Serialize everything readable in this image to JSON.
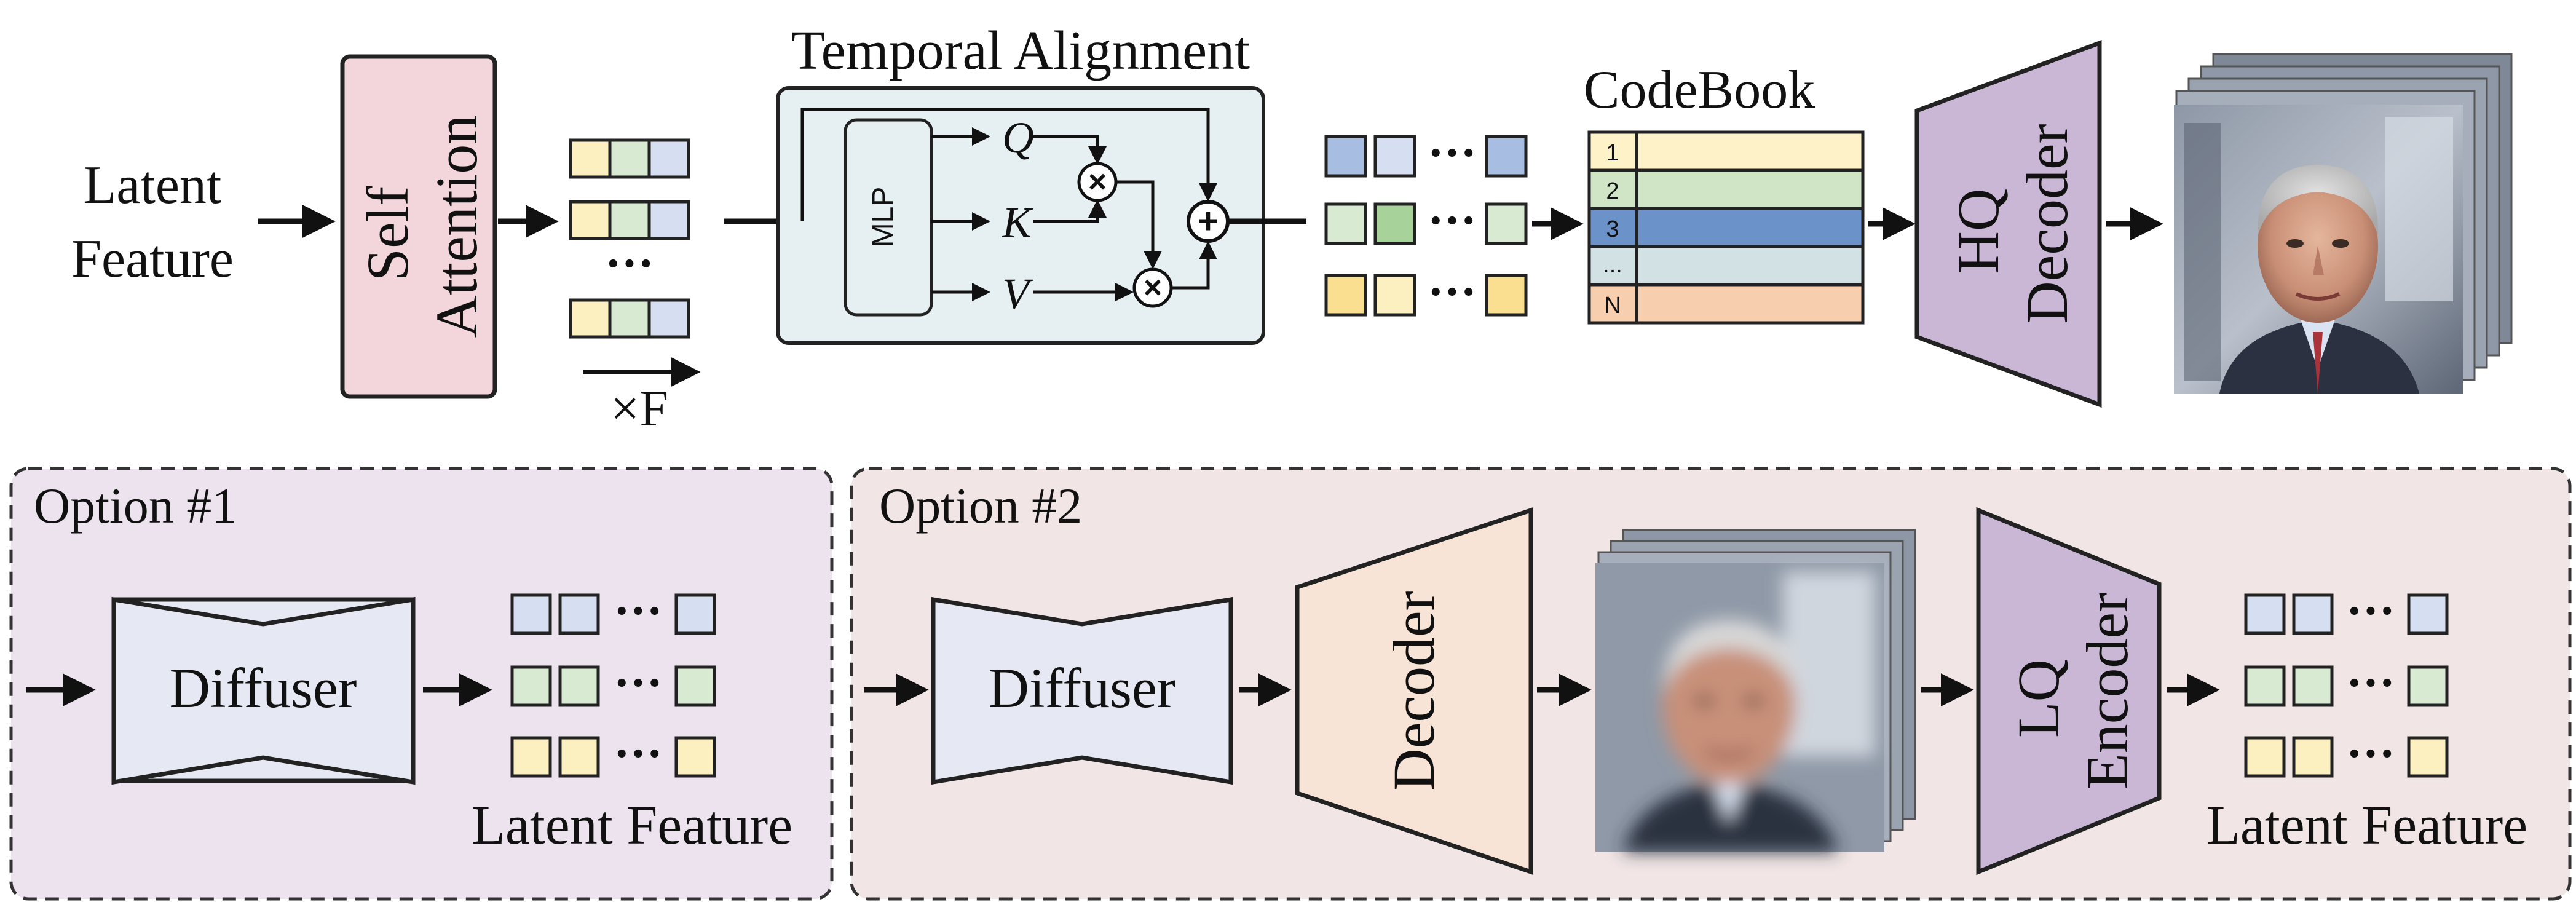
{
  "top": {
    "input_label": [
      "Latent",
      "Feature"
    ],
    "self_attention_label": [
      "Self",
      "Attention"
    ],
    "repeat_label": "×F",
    "temporal_alignment_title": "Temporal Alignment",
    "mlp_label": "MLP",
    "q_label": "Q",
    "k_label": "K",
    "v_label": "V",
    "multiply_symbol": "⊗",
    "add_symbol": "⊕",
    "codebook_title": "CodeBook",
    "codebook_indices": [
      "1",
      "2",
      "3",
      "...",
      "N"
    ],
    "hq_decoder_label": [
      "HQ",
      "Decoder"
    ]
  },
  "option1": {
    "title": "Option #1",
    "diffuser_label": "Diffuser",
    "output_label": "Latent Feature"
  },
  "option2": {
    "title": "Option #2",
    "diffuser_label": "Diffuser",
    "decoder_label": "Decoder",
    "lq_encoder_label": [
      "LQ",
      "Encoder"
    ],
    "output_label": "Latent Feature"
  },
  "ellipsis": "···",
  "colors": {
    "self_attention_fill": "#f3d6dc",
    "temporal_box_fill": "#e6eff1",
    "hq_decoder_fill": "#c9b7d5",
    "lq_encoder_fill": "#c9b7d5",
    "option1_fill": "#ece3ee",
    "option2_fill": "#f1e6e5",
    "diffuser_fill": "#e6e9f3",
    "decoder_fill": "#f7e4d6",
    "token_yellow": "#fdf0c0",
    "token_green": "#d8ead2",
    "token_blue": "#d6def1",
    "token_blue_dark": "#a7bde1",
    "token_green_dark": "#a7d39a",
    "token_yellow_dark": "#fbdf90",
    "codebook_row_1": "#fdf2c8",
    "codebook_row_2": "#cfe5c6",
    "codebook_row_3": "#6b93c9",
    "codebook_row_4": "#d2e2e4",
    "codebook_row_5": "#f8cfae"
  }
}
